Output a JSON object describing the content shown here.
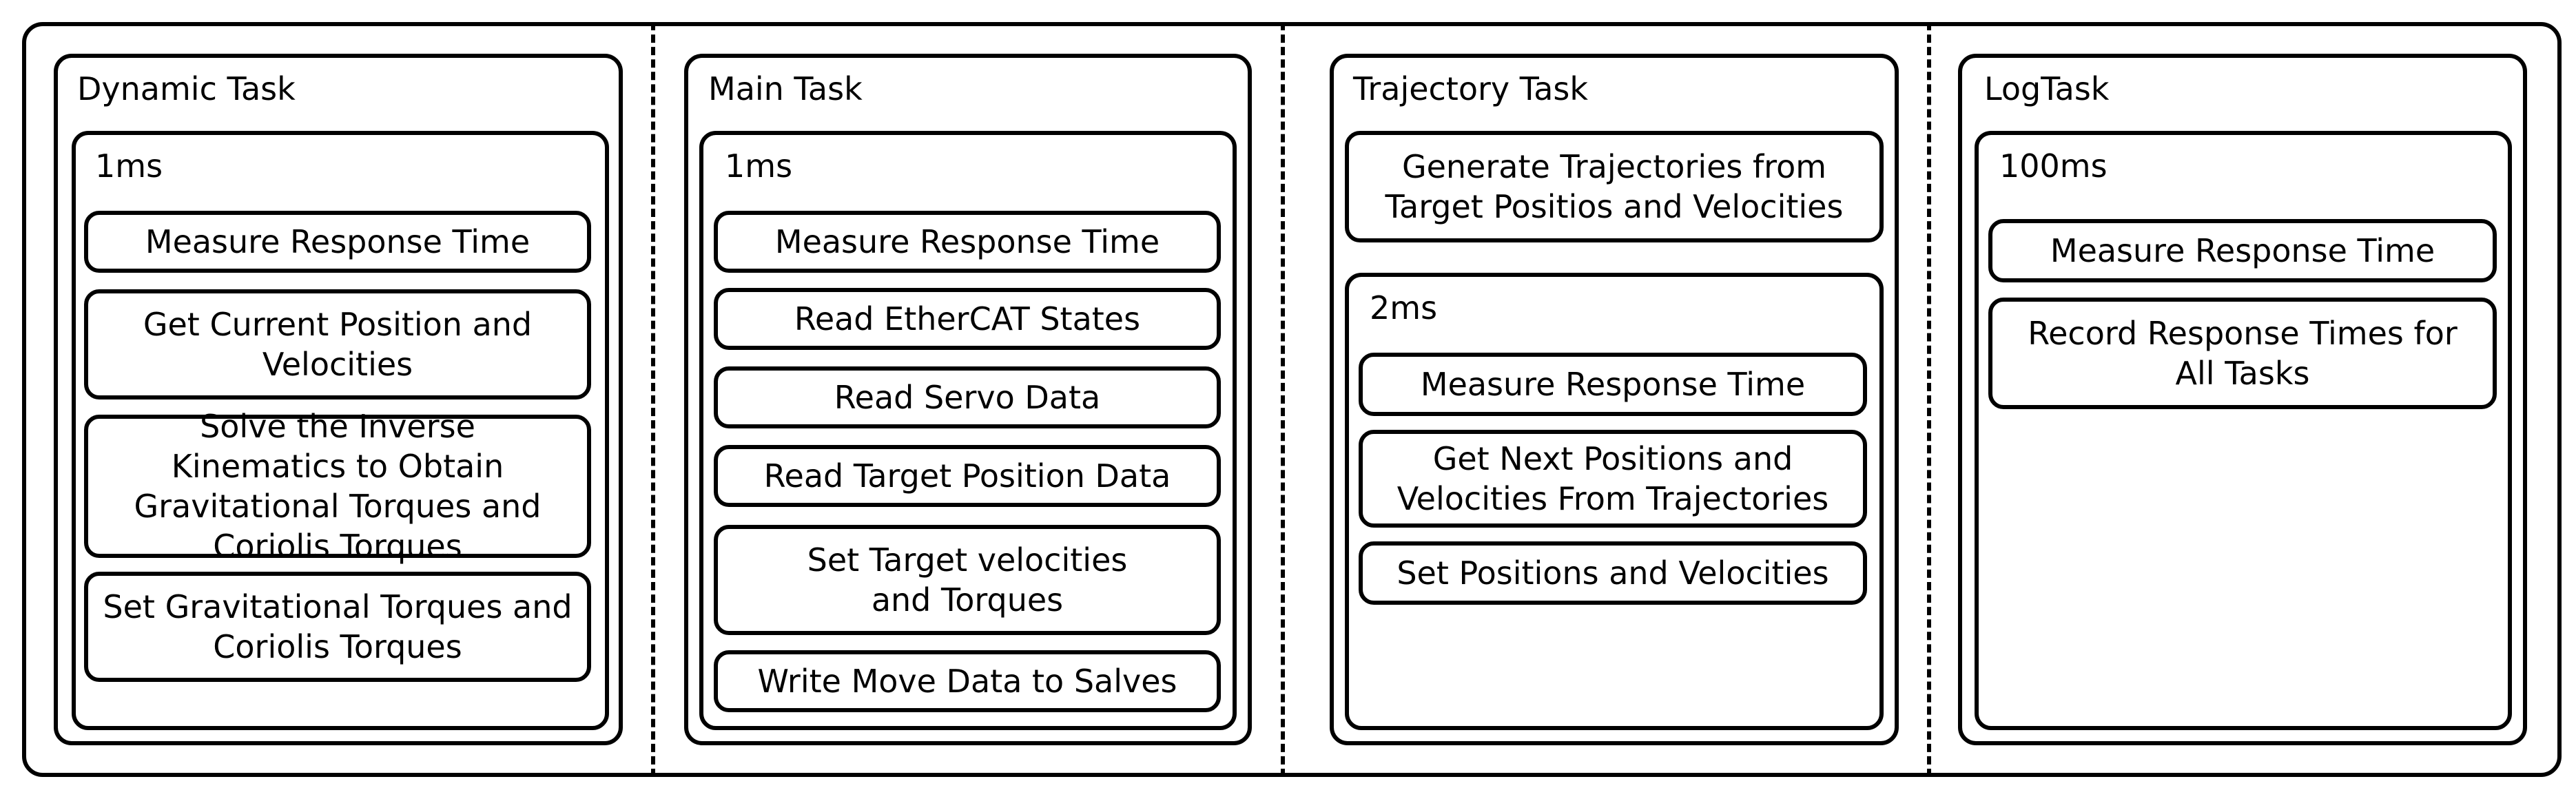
{
  "columns": [
    {
      "title": "Dynamic Task",
      "period": "1ms",
      "steps": [
        "Measure Response Time",
        "Get Current Position and Velocities",
        "Solve the Inverse Kinematics to Obtain Gravitational Torques and Coriolis Torques",
        "Set Gravitational Torques and Coriolis Torques"
      ]
    },
    {
      "title": "Main Task",
      "period": "1ms",
      "steps": [
        "Measure Response Time",
        "Read EtherCAT States",
        "Read Servo Data",
        "Read Target Position Data",
        "Set Target velocities and Torques",
        "Write Move Data to Salves"
      ]
    },
    {
      "title": "Trajectory Task",
      "pre_step": "Generate Trajectories from Target Positios and Velocities",
      "period": "2ms",
      "steps": [
        "Measure Response Time",
        "Get Next Positions and Velocities From Trajectories",
        "Set Positions and Velocities"
      ]
    },
    {
      "title": "LogTask",
      "period": "100ms",
      "steps": [
        "Measure Response Time",
        "Record Response Times for All Tasks"
      ]
    }
  ]
}
